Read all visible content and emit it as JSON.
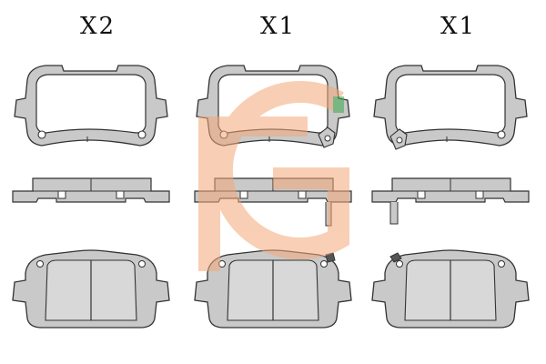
{
  "quantities": {
    "col1": "X2",
    "col2": "X1",
    "col3": "X1"
  },
  "colors": {
    "pad_fill": "#c9c9c9",
    "pad_stroke": "#333333",
    "friction_fill": "#d8d8d8",
    "watermark_orange": "#f4a878",
    "watermark_green": "#3aa84a"
  },
  "icons": {
    "watermark": "g-logo-watermark"
  }
}
